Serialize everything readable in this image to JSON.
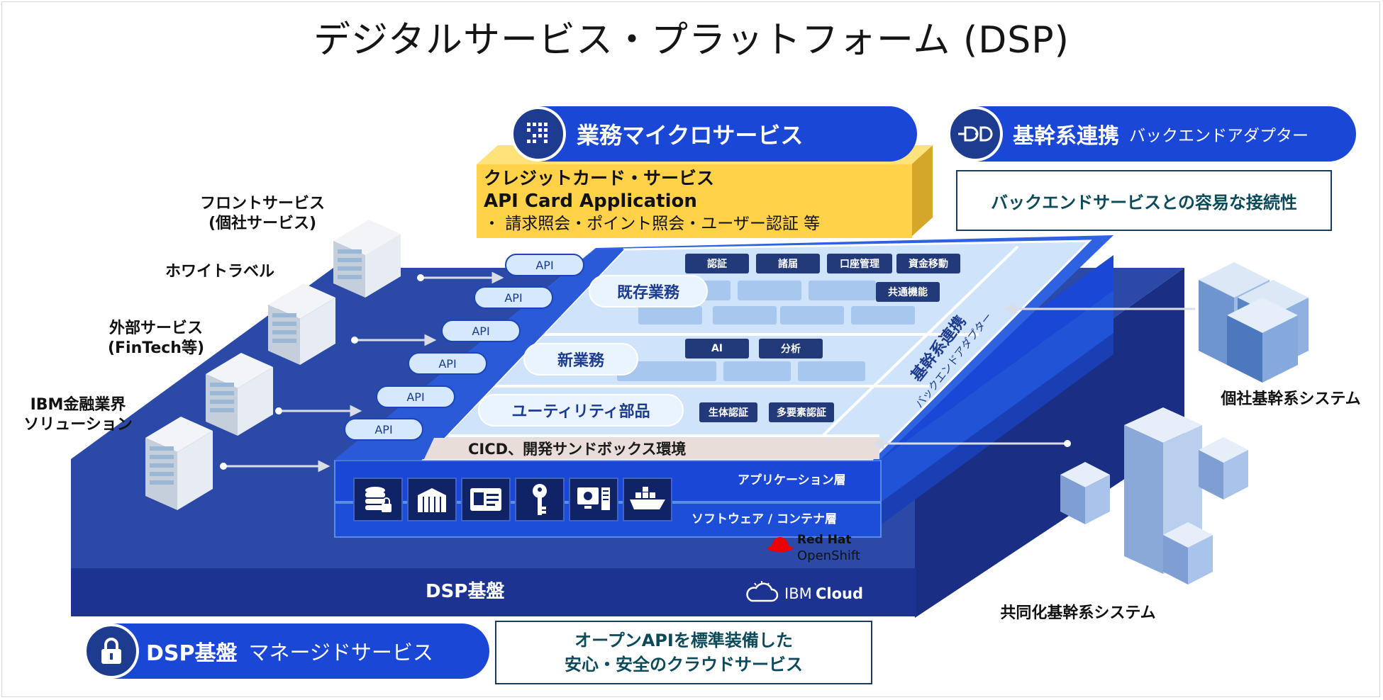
{
  "title": "デジタルサービス・プラットフォーム (DSP)",
  "microservices_pill": {
    "label": "業務マイクロサービス",
    "icon": "microservice-grid-icon"
  },
  "backend_pill": {
    "label": "基幹系連携",
    "sublabel": "バックエンドアダプター",
    "icon": "adapter-plug-icon"
  },
  "backend_box": "バックエンドサービスとの容易な接続性",
  "credit_card_box": {
    "line1": "クレジットカード・サービス",
    "line2": "API Card Application",
    "line3": "・ 請求照会・ポイント照会・ユーザー認証 等"
  },
  "left_labels": {
    "front": "フロントサービス\n(個社サービス)",
    "white_label": "ホワイトラベル",
    "external": "外部サービス\n(FinTech等)",
    "ibm": "IBM金融業界\nソリューション"
  },
  "api_label": "API",
  "api_count": 6,
  "sections": {
    "existing": "既存業務",
    "new": "新業務",
    "utility": "ユーティリティ部品"
  },
  "tags": {
    "existing": [
      "認証",
      "諸届",
      "口座管理",
      "資金移動",
      "共通機能"
    ],
    "new": [
      "AI",
      "分析"
    ],
    "utility": [
      "生体認証",
      "多要素認証"
    ]
  },
  "cicd": "CICD、開発サンドボックス環境",
  "adapter_vertical": {
    "line1": "基幹系連携",
    "line2": "バックエンドアダプター"
  },
  "layers": {
    "application": "アプリケーション層",
    "software": "ソフトウェア / コンテナ層"
  },
  "software_icons": [
    "database-lock-icon",
    "container-stack-icon",
    "id-card-icon",
    "key-icon",
    "dashboard-monitor-icon",
    "container-ship-icon"
  ],
  "redhat": {
    "line1": "Red Hat",
    "line2": "OpenShift"
  },
  "dsp_base": "DSP基盤",
  "ibm_cloud": {
    "prefix": "IBM",
    "suffix": "Cloud"
  },
  "right_labels": {
    "individual": "個社基幹系システム",
    "shared": "共同化基幹系システム"
  },
  "managed_pill": {
    "label": "DSP基盤",
    "sublabel": "マネージドサービス",
    "icon": "lock-icon"
  },
  "managed_box": {
    "line1": "オープンAPIを標準装備した",
    "line2": "安心・安全のクラウドサービス"
  },
  "colors": {
    "navy": "#1d3c8f",
    "blue": "#1a47d6",
    "light_blue": "#cfe4fb",
    "yellow": "#ffd24a",
    "box_text": "#0c4a5a"
  }
}
